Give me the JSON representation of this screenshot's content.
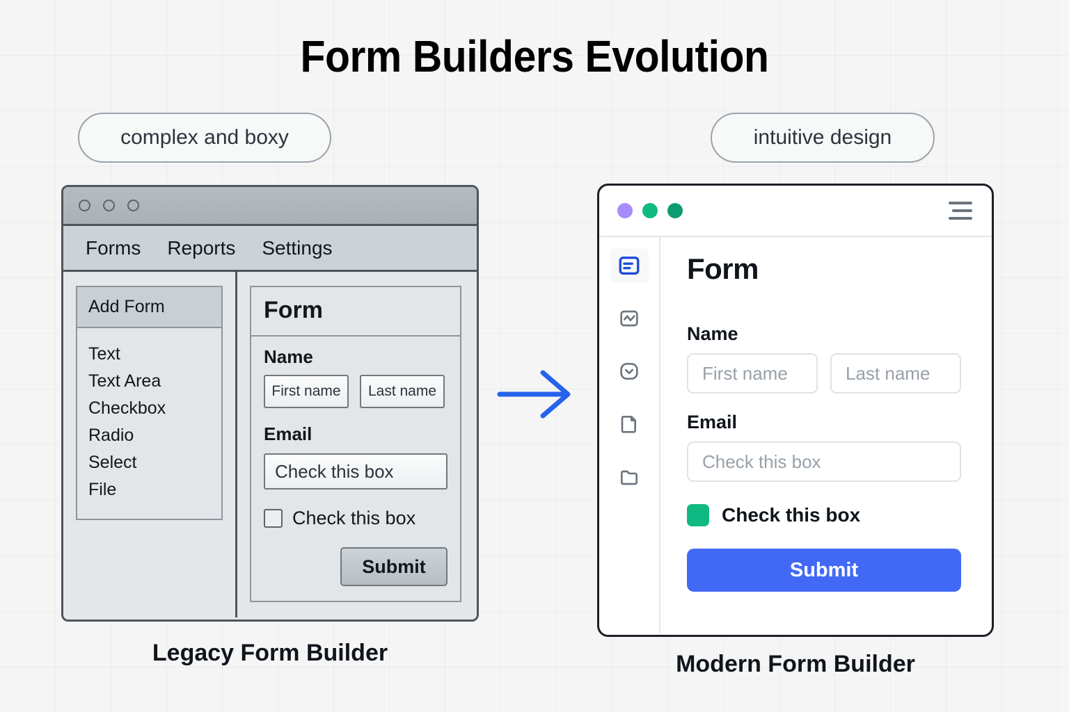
{
  "page": {
    "title": "Form Builders Evolution",
    "background_color": "#f5f5f6"
  },
  "labels": {
    "left_pill": "complex and boxy",
    "right_pill": "intuitive design",
    "left_caption": "Legacy Form Builder",
    "right_caption": "Modern Form Builder"
  },
  "arrow": {
    "name": "evolution-arrow",
    "color": "#2563eb"
  },
  "legacy": {
    "window_name": "Legacy Form Builder window",
    "traffic_lights": [
      "circle-outline",
      "circle-outline",
      "circle-outline"
    ],
    "menu": [
      "Forms",
      "Reports",
      "Settings"
    ],
    "palette": {
      "header": "Add Form",
      "items": [
        "Text",
        "Text Area",
        "Checkbox",
        "Radio",
        "Select",
        "File"
      ]
    },
    "form": {
      "title": "Form",
      "name_label": "Name",
      "first_name_placeholder": "First name",
      "last_name_placeholder": "Last name",
      "email_label": "Email",
      "email_placeholder": "Check this box",
      "checkbox_label": "Check this box",
      "submit_label": "Submit"
    },
    "colors": {
      "titlebar": "#b0b7bd",
      "menubar": "#ccd2d6",
      "body": "#e4e7e9",
      "border": "#4d555d",
      "submit": "#c3cad0"
    }
  },
  "modern": {
    "window_name": "Modern Form Builder window",
    "traffic_lights": [
      {
        "name": "dot-purple",
        "color": "#a78bfa"
      },
      {
        "name": "dot-teal",
        "color": "#10b981"
      },
      {
        "name": "dot-green",
        "color": "#0d9b72"
      }
    ],
    "menu_icon": "hamburger-icon",
    "sidebar_icons": [
      {
        "name": "form-icon",
        "active": true,
        "color": "#1d4ed8"
      },
      {
        "name": "chart-icon",
        "active": false,
        "color": "#6b757e"
      },
      {
        "name": "checkmark-icon",
        "active": false,
        "color": "#6b757e"
      },
      {
        "name": "document-icon",
        "active": false,
        "color": "#6b757e"
      },
      {
        "name": "folder-icon",
        "active": false,
        "color": "#6b757e"
      }
    ],
    "form": {
      "title": "Form",
      "name_label": "Name",
      "first_name_placeholder": "First name",
      "last_name_placeholder": "Last name",
      "email_label": "Email",
      "email_placeholder": "Check this box",
      "checkbox_label": "Check this box",
      "checkbox_color": "#10b981",
      "submit_label": "Submit",
      "submit_color": "#4269f5"
    }
  }
}
